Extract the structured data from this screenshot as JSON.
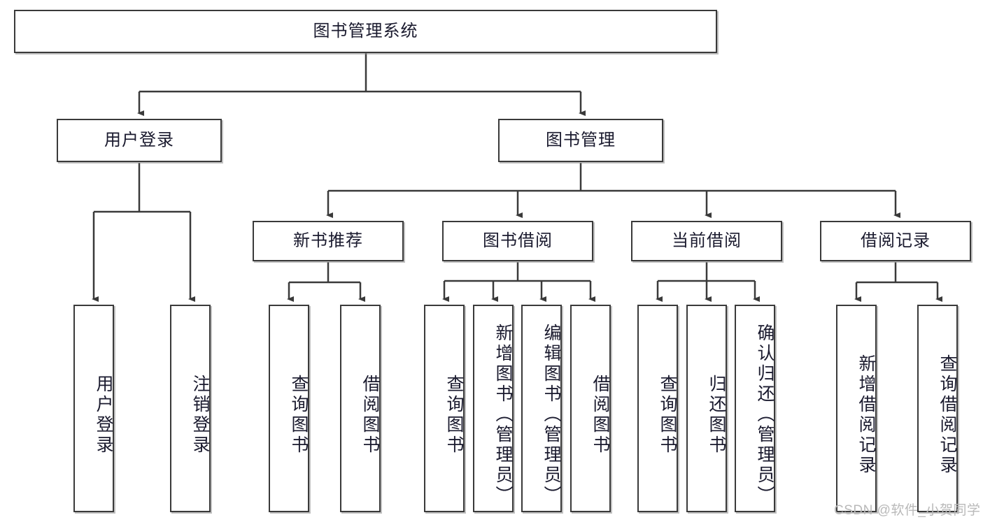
{
  "diagram": {
    "title": "图书管理系统",
    "type": "tree-hierarchy",
    "root": {
      "id": "root",
      "label": "图书管理系统"
    },
    "level2": [
      {
        "id": "user-login",
        "label": "用户登录"
      },
      {
        "id": "book-manage",
        "label": "图书管理"
      }
    ],
    "level3": [
      {
        "id": "new-book-rec",
        "label": "新书推荐",
        "parent": "book-manage"
      },
      {
        "id": "book-borrow",
        "label": "图书借阅",
        "parent": "book-manage"
      },
      {
        "id": "current-borrow",
        "label": "当前借阅",
        "parent": "book-manage"
      },
      {
        "id": "borrow-record",
        "label": "借阅记录",
        "parent": "book-manage"
      }
    ],
    "leaves": [
      {
        "id": "leaf-user-login",
        "label": "用户登录",
        "parent": "user-login"
      },
      {
        "id": "leaf-logout",
        "label": "注销登录",
        "parent": "user-login"
      },
      {
        "id": "leaf-query-book-1",
        "label": "查询图书",
        "parent": "new-book-rec"
      },
      {
        "id": "leaf-borrow-book-1",
        "label": "借阅图书",
        "parent": "new-book-rec"
      },
      {
        "id": "leaf-query-book-2",
        "label": "查询图书",
        "parent": "book-borrow"
      },
      {
        "id": "leaf-add-book",
        "label": "新增图书（管理员）",
        "parent": "book-borrow"
      },
      {
        "id": "leaf-edit-book",
        "label": "编辑图书（管理员）",
        "parent": "book-borrow"
      },
      {
        "id": "leaf-borrow-book-2",
        "label": "借阅图书",
        "parent": "book-borrow"
      },
      {
        "id": "leaf-query-book-3",
        "label": "查询图书",
        "parent": "current-borrow"
      },
      {
        "id": "leaf-return-book",
        "label": "归还图书",
        "parent": "current-borrow"
      },
      {
        "id": "leaf-confirm-return",
        "label": "确认归还（管理员）",
        "parent": "current-borrow"
      },
      {
        "id": "leaf-add-record",
        "label": "新增借阅记录",
        "parent": "borrow-record"
      },
      {
        "id": "leaf-query-record",
        "label": "查询借阅记录",
        "parent": "borrow-record"
      }
    ]
  },
  "watermark": {
    "text": "CSDN @软件_小贺同学"
  },
  "colors": {
    "stroke": "#3a3a3a",
    "text": "#1a1a2e",
    "background": "#ffffff",
    "watermark": "#b9b9b9"
  }
}
